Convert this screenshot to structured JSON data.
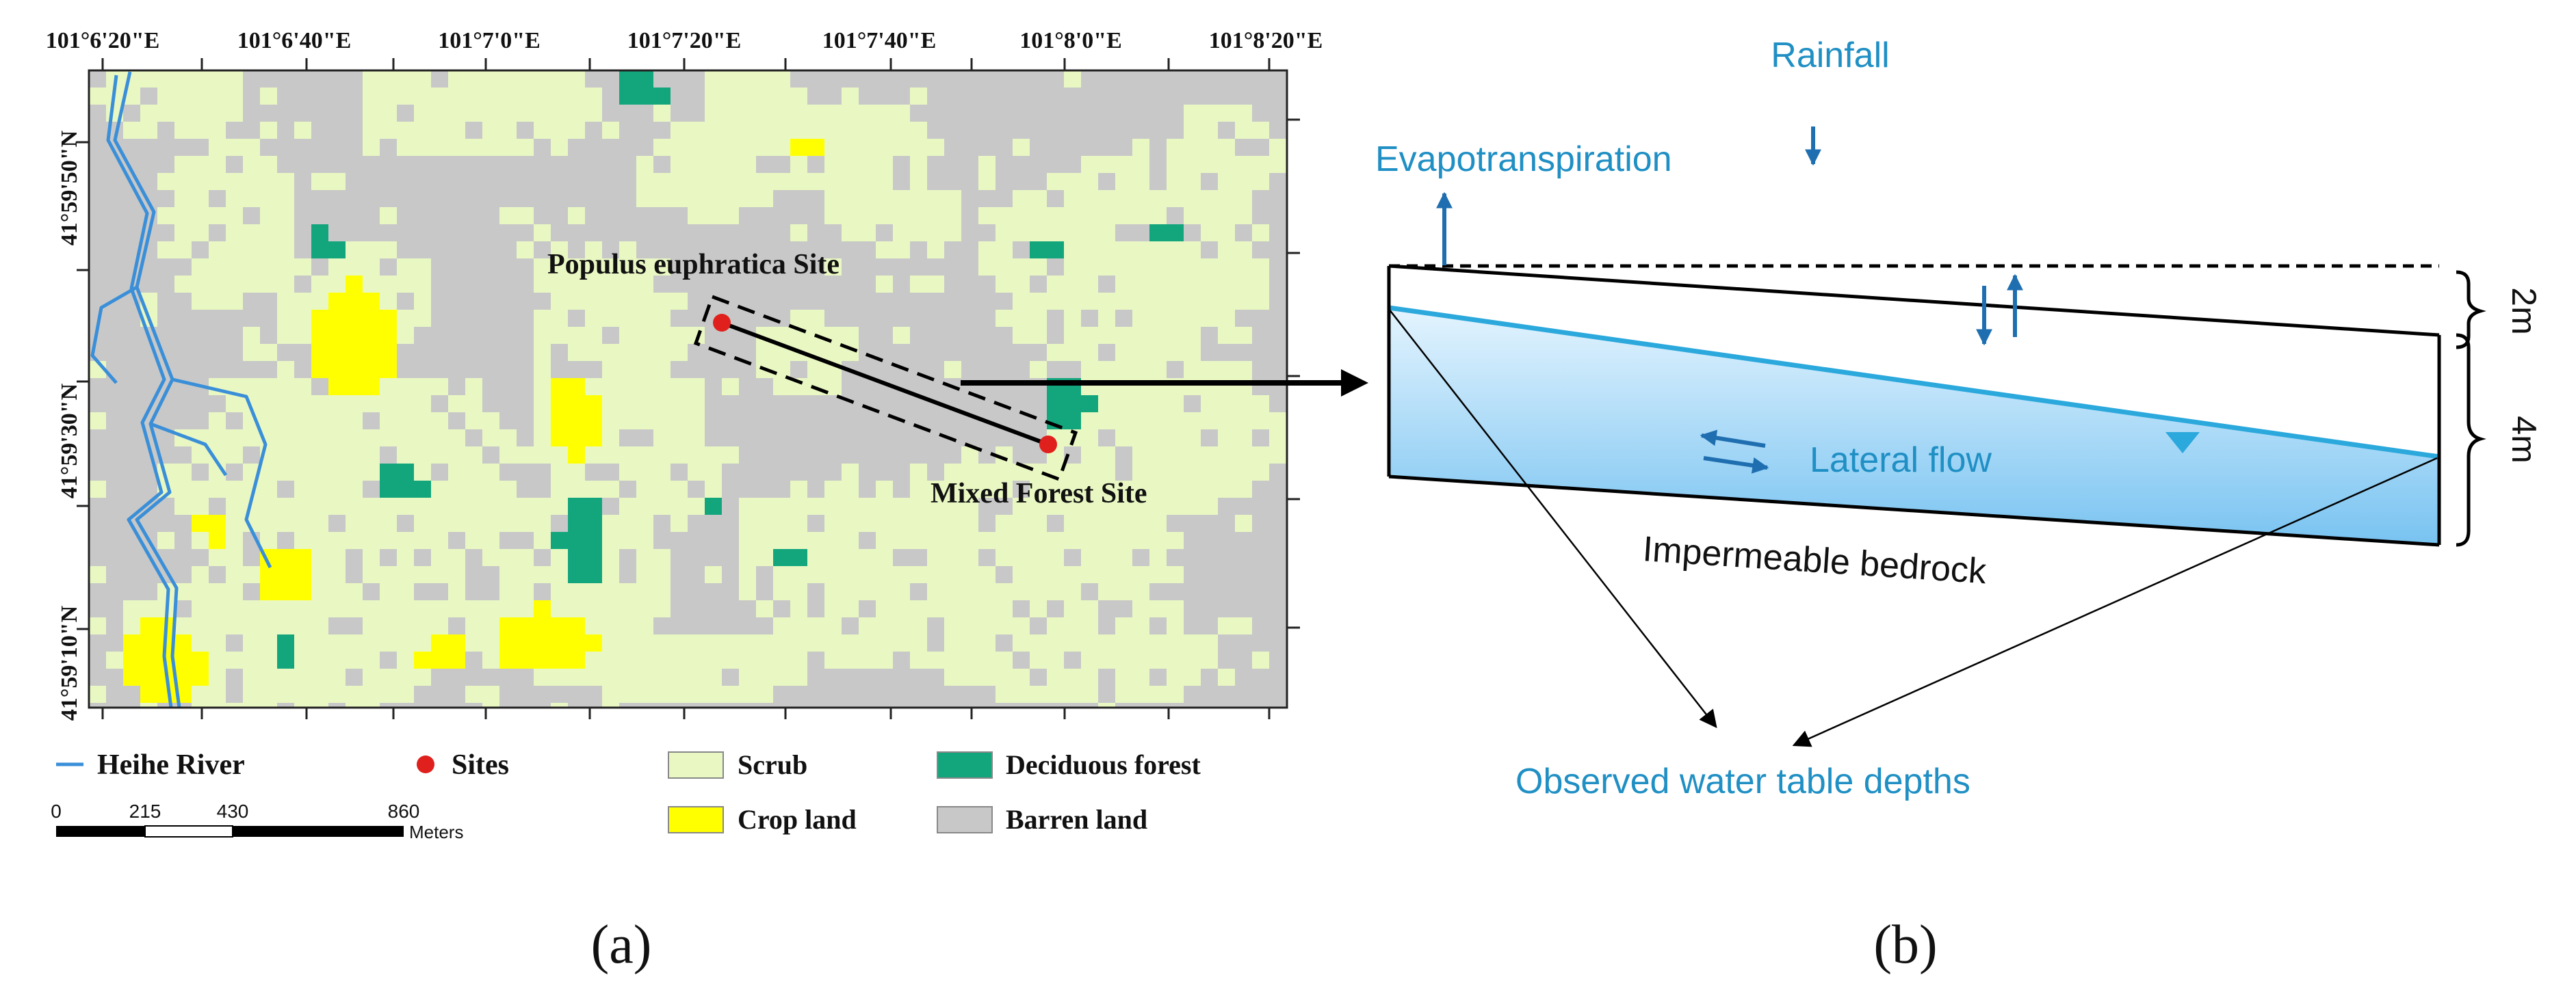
{
  "panel_a": {
    "label": "(a)",
    "top_ticks": [
      "101°6'20\"E",
      "101°6'40\"E",
      "101°7'0\"E",
      "101°7'20\"E",
      "101°7'40\"E",
      "101°8'0\"E",
      "101°8'20\"E"
    ],
    "left_ticks": [
      "41°59'50\"N",
      "41°59'30\"N",
      "41°59'10\"N"
    ],
    "site_labels": {
      "populus": "Populus euphratica Site",
      "mixed": "Mixed Forest Site"
    },
    "legend": {
      "river": "Heihe River",
      "sites": "Sites",
      "scrub": "Scrub",
      "crop": "Crop land",
      "deciduous": "Deciduous forest",
      "barren": "Barren land"
    },
    "scale": {
      "ticks": [
        "0",
        "215",
        "430",
        "860"
      ],
      "unit": "Meters"
    },
    "colors": {
      "barren": "#c8c8c8",
      "scrub": "#e9f8c3",
      "crop": "#ffff00",
      "deciduous": "#13a67d",
      "river": "#3a8fd8",
      "site": "#e0201c"
    }
  },
  "panel_b": {
    "label": "(b)",
    "rainfall": "Rainfall",
    "evapotranspiration": "Evapotranspiration",
    "lateral_flow": "Lateral flow",
    "bedrock": "Impermeable bedrock",
    "observed": "Observed water table depths",
    "dim_top": "2m",
    "dim_bottom": "4m",
    "colors": {
      "text": "#1f8fc4",
      "arrow": "#1f6fb0",
      "water_top": "#dff1fd",
      "water_bottom": "#7dc6f2",
      "water_line": "#2ba8dc"
    }
  }
}
